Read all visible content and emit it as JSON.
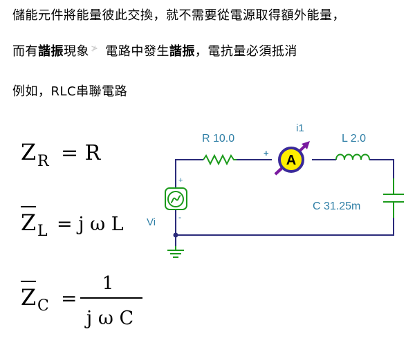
{
  "text": {
    "line1": "儲能元件將能量彼此交換，就不需要從電源取得額外能量，",
    "line2_a": "而有",
    "line2_b": "諧振",
    "line2_c": "現象",
    "line2_mark": "≯",
    "line2_d": "電路中發生",
    "line2_e": "諧振",
    "line2_f": "，電抗量必須抵消",
    "line3": "例如，RLC串聯電路"
  },
  "equations": {
    "zr_main": "Z",
    "zr_sub": "R",
    "zr_rhs": "= R",
    "zl_main": "Z",
    "zl_sub": "L",
    "zl_rhs": "= j ω L",
    "zc_main": "Z",
    "zc_sub": "C",
    "zc_eq": "=",
    "zc_num": "1",
    "zc_den": "j ω C"
  },
  "circuit": {
    "resistor_label": "R 10.0",
    "ammeter_label": "i1",
    "ammeter_symbol": "A",
    "ammeter_plus": "+",
    "inductor_label": "L 2.0",
    "capacitor_label": "C 31.25m",
    "source_label": "Vi",
    "source_plus": "+",
    "source_minus": "-",
    "colors": {
      "wire": "#2a2a7a",
      "component": "#1a9a1a",
      "label": "#2f7fa6",
      "ammeter_fill": "#ffee00",
      "ammeter_ring": "#3a2a9a",
      "arrow": "#7a1aa0"
    }
  }
}
